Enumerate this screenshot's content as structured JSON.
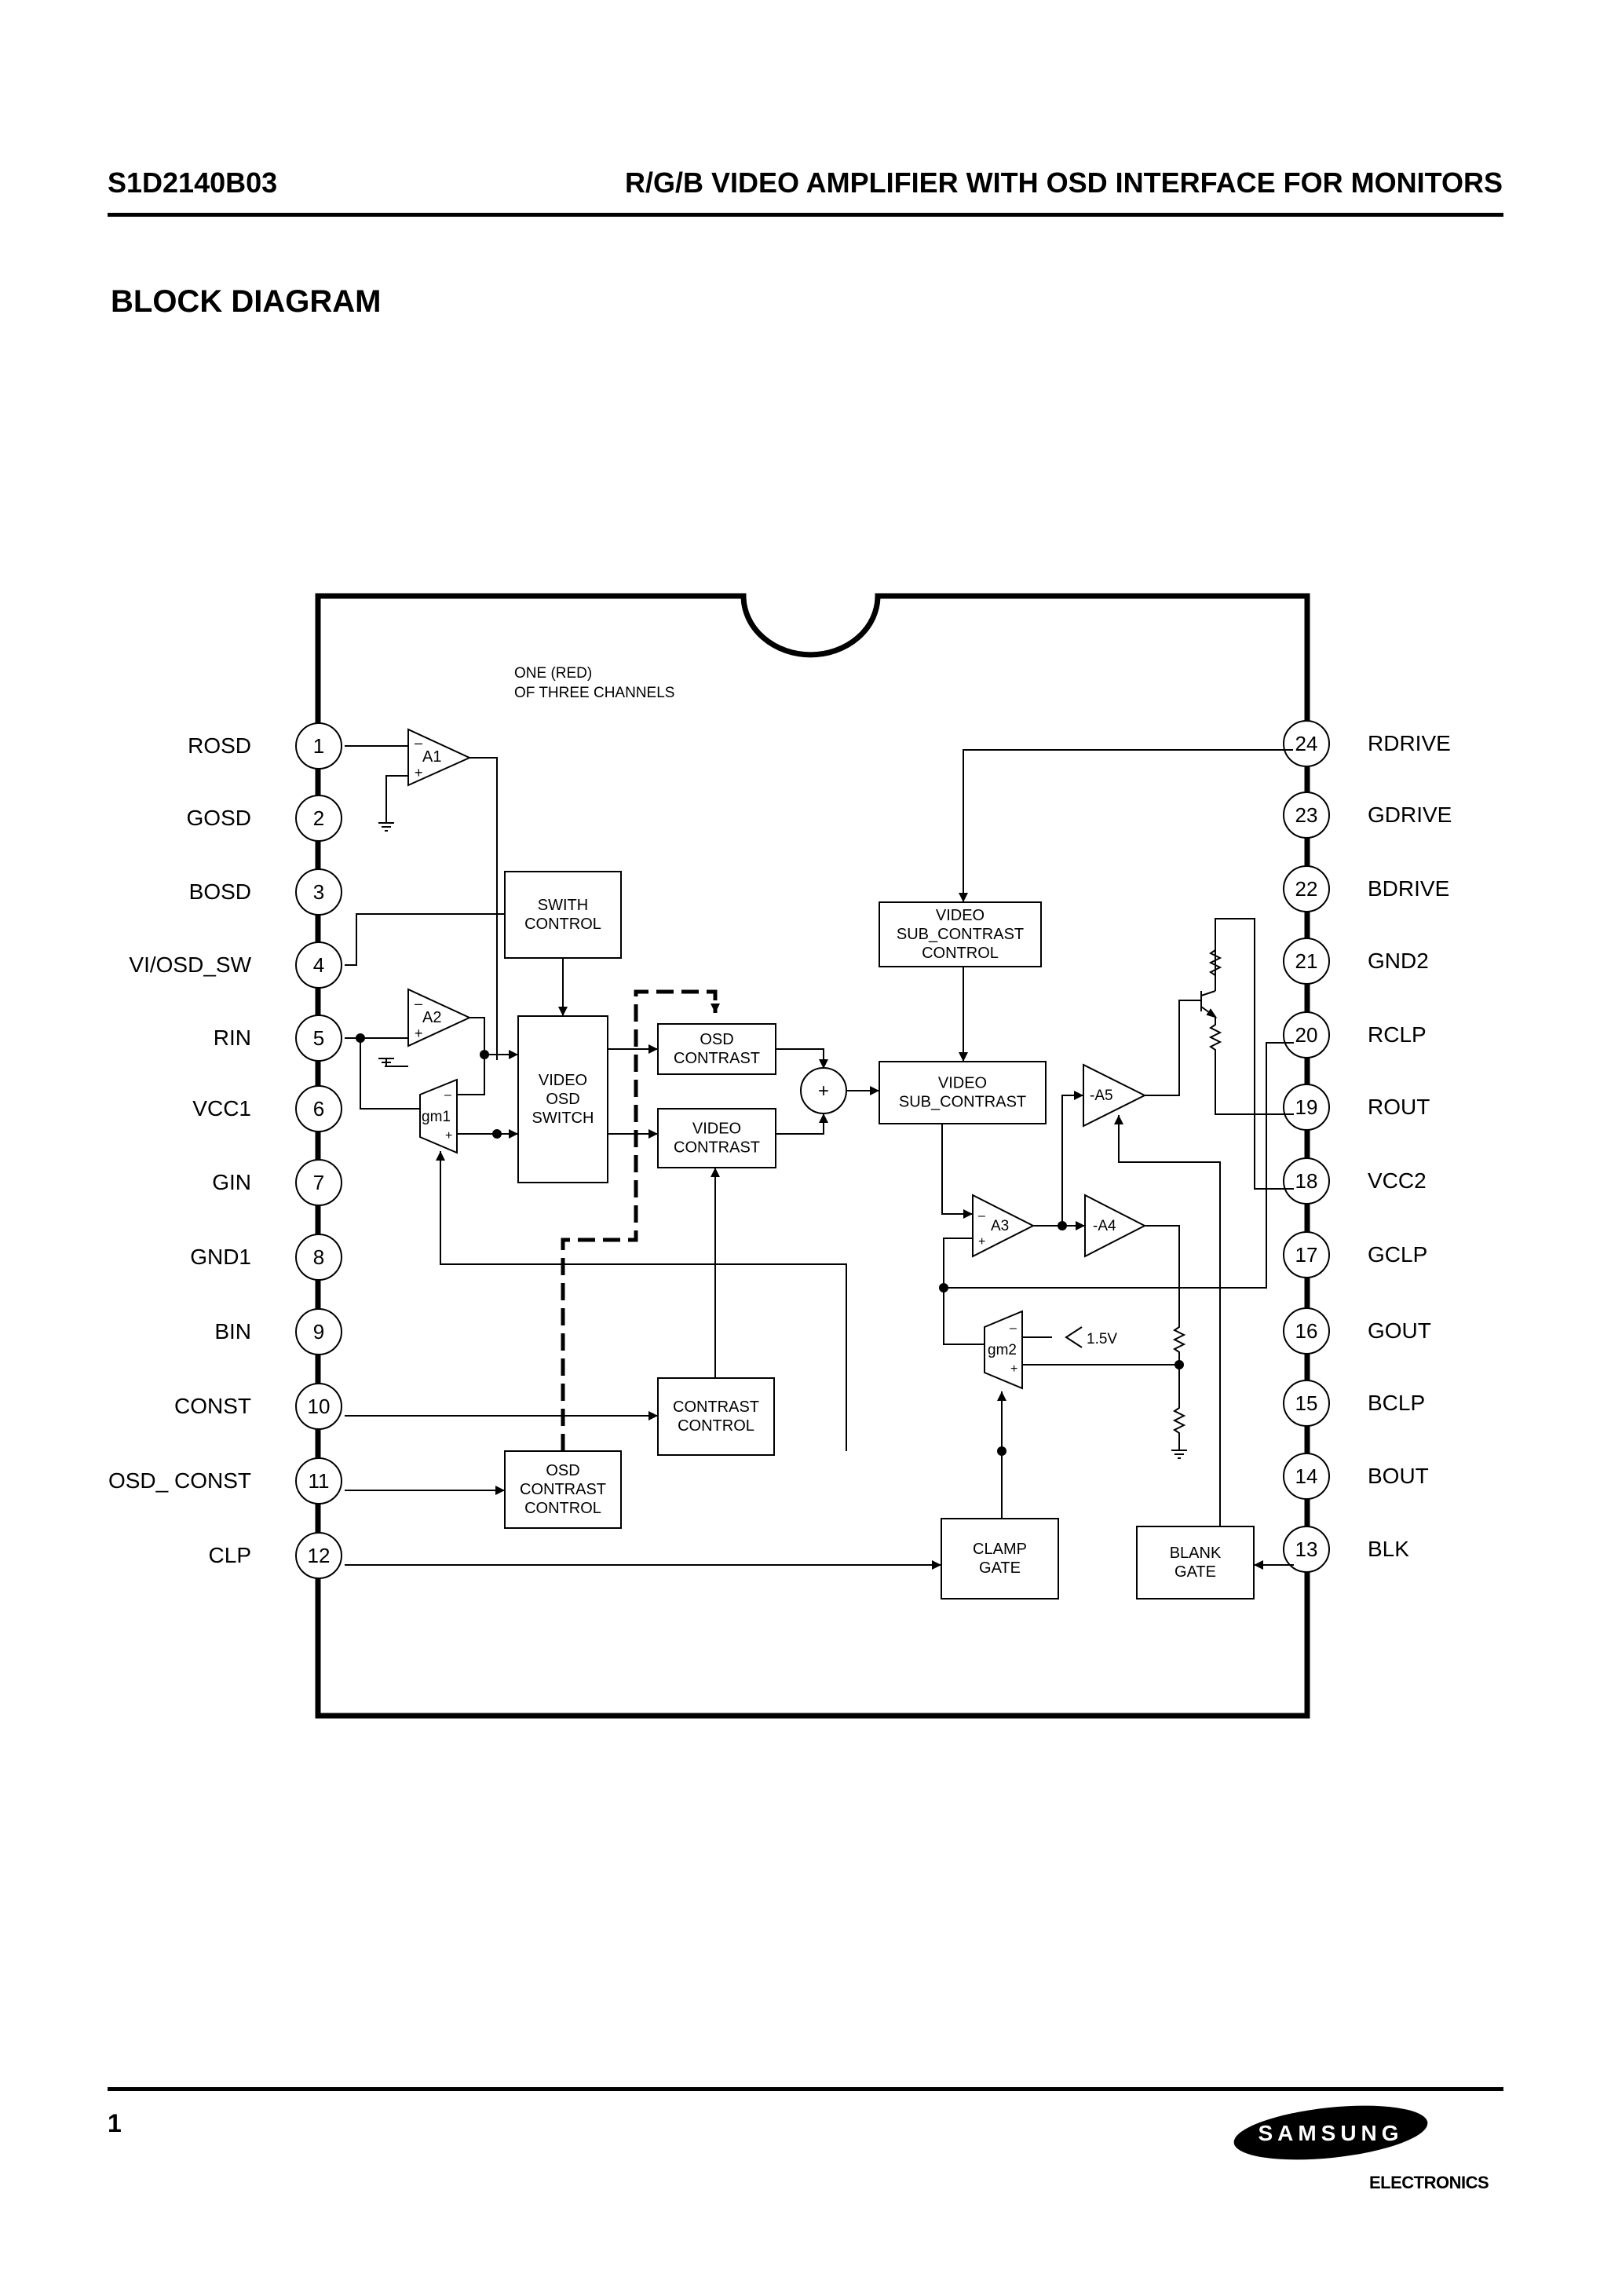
{
  "header": {
    "part_number": "S1D2140B03",
    "title": "R/G/B VIDEO AMPLIFIER WITH OSD INTERFACE FOR MONITORS"
  },
  "section_title": "BLOCK DIAGRAM",
  "diagram": {
    "note_line1": "ONE (RED)",
    "note_line2": "OF THREE CHANNELS",
    "left_pins": [
      {
        "num": "1",
        "name": "ROSD"
      },
      {
        "num": "2",
        "name": "GOSD"
      },
      {
        "num": "3",
        "name": "BOSD"
      },
      {
        "num": "4",
        "name": "VI/OSD_SW"
      },
      {
        "num": "5",
        "name": "RIN"
      },
      {
        "num": "6",
        "name": "VCC1"
      },
      {
        "num": "7",
        "name": "GIN"
      },
      {
        "num": "8",
        "name": "GND1"
      },
      {
        "num": "9",
        "name": "BIN"
      },
      {
        "num": "10",
        "name": "CONST"
      },
      {
        "num": "11",
        "name": "OSD_ CONST"
      },
      {
        "num": "12",
        "name": "CLP"
      }
    ],
    "right_pins": [
      {
        "num": "24",
        "name": "RDRIVE"
      },
      {
        "num": "23",
        "name": "GDRIVE"
      },
      {
        "num": "22",
        "name": "BDRIVE"
      },
      {
        "num": "21",
        "name": "GND2"
      },
      {
        "num": "20",
        "name": "RCLP"
      },
      {
        "num": "19",
        "name": "ROUT"
      },
      {
        "num": "18",
        "name": "VCC2"
      },
      {
        "num": "17",
        "name": "GCLP"
      },
      {
        "num": "16",
        "name": "GOUT"
      },
      {
        "num": "15",
        "name": "BCLP"
      },
      {
        "num": "14",
        "name": "BOUT"
      },
      {
        "num": "13",
        "name": "BLK"
      }
    ],
    "blocks": {
      "switch_control": [
        "SWITH",
        "CONTROL"
      ],
      "video_osd_switch": [
        "VIDEO",
        "OSD",
        "SWITCH"
      ],
      "osd_contrast": [
        "OSD",
        "CONTRAST"
      ],
      "video_contrast": [
        "VIDEO",
        "CONTRAST"
      ],
      "contrast_control": [
        "CONTRAST",
        "CONTROL"
      ],
      "osd_contrast_control": [
        "OSD",
        "CONTRAST",
        "CONTROL"
      ],
      "video_sub_contrast_control": [
        "VIDEO",
        "SUB_CONTRAST",
        "CONTROL"
      ],
      "video_sub_contrast": [
        "VIDEO",
        "SUB_CONTRAST"
      ],
      "clamp_gate": [
        "CLAMP",
        "GATE"
      ],
      "blank_gate": [
        "BLANK",
        "GATE"
      ]
    },
    "amplifiers": {
      "a1": "A1",
      "a2": "A2",
      "a3": "A3",
      "a4": "-A4",
      "a5": "-A5",
      "gm1": "gm1",
      "gm2": "gm2",
      "summer": "+",
      "minus": "–",
      "plus": "+"
    },
    "reference_voltage": "1.5V"
  },
  "footer": {
    "page_number": "1",
    "brand": "SAMSUNG",
    "brand_sub": "ELECTRONICS"
  }
}
